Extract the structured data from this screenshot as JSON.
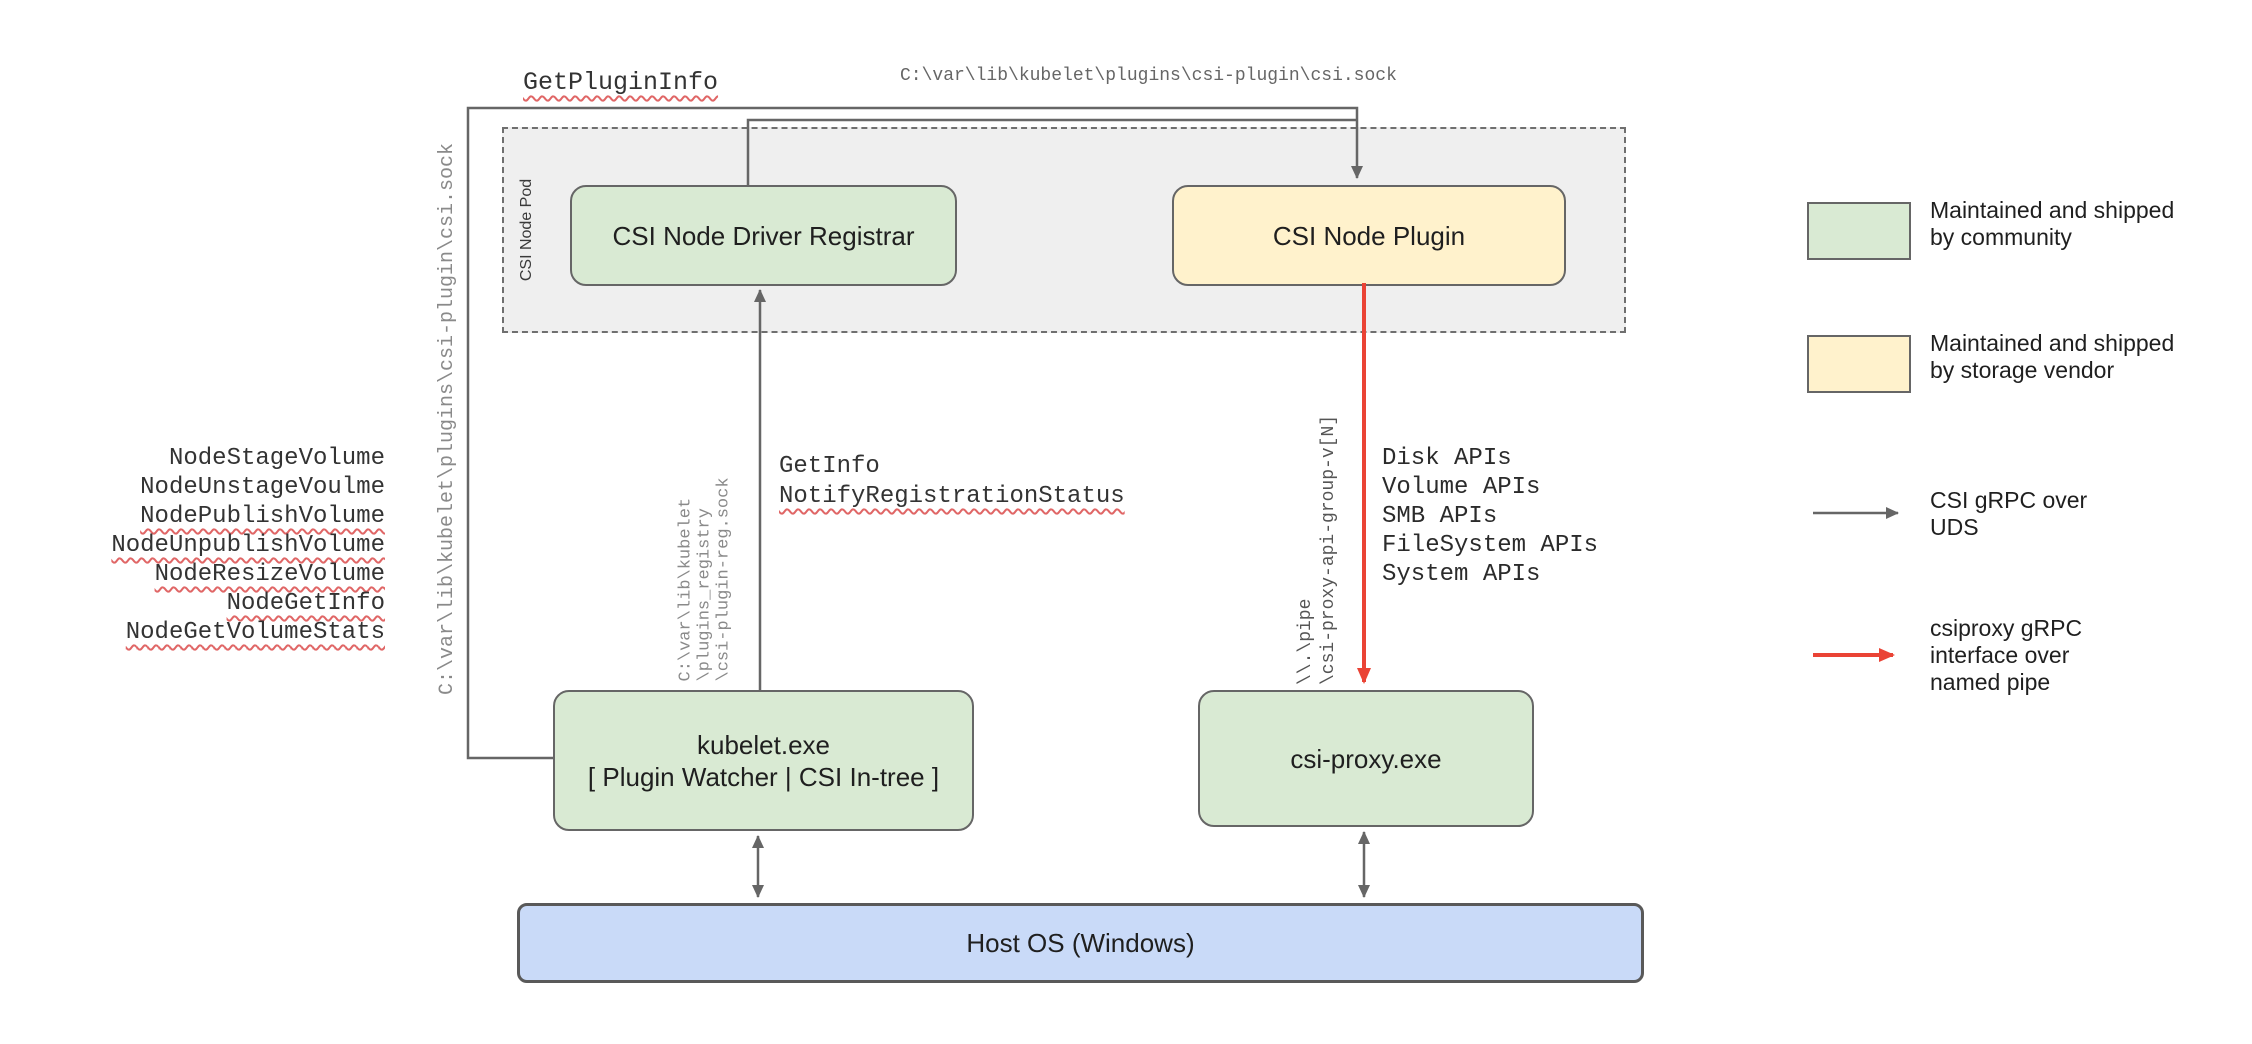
{
  "colors": {
    "green": "#d9ead3",
    "yellow": "#fff2cc",
    "blue": "#c9daf8",
    "podfill": "#efefef",
    "border": "#666666",
    "arrowgray": "#666666",
    "arrowred": "#ea4335",
    "squiggle": "#e06666",
    "textdark": "#1f1f1f"
  },
  "nodes": {
    "pod_label": "CSI Node Pod",
    "registrar": "CSI Node Driver Registrar",
    "plugin": "CSI Node Plugin",
    "kubelet_line1": "kubelet.exe",
    "kubelet_line2": "[ Plugin Watcher | CSI In-tree ]",
    "csi_proxy": "csi-proxy.exe",
    "host_os": "Host OS (Windows)"
  },
  "labels": {
    "get_plugin_info": "GetPluginInfo",
    "top_socket_path": "C:\\var\\lib\\kubelet\\plugins\\csi-plugin\\csi.sock",
    "left_socket_path": "C:\\var\\lib\\kubelet\\plugins\\csi-plugin\\csi.sock",
    "get_info": "GetInfo",
    "notify_registration_status": "NotifyRegistrationStatus",
    "registry_path_lines": [
      "C:\\var\\lib\\kubelet",
      "\\plugins_registry",
      "\\csi-plugin-reg.sock"
    ],
    "pipe_lines": [
      "\\\\.\\pipe",
      "\\csi-proxy-api-group-v[N]"
    ]
  },
  "node_calls": [
    "NodeStageVolume",
    "NodeUnstageVoulme",
    "NodePublishVolume",
    "NodeUnpublishVolume",
    "NodeResizeVolume",
    "NodeGetInfo",
    "NodeGetVolumeStats"
  ],
  "api_calls": [
    "Disk APIs",
    "Volume APIs",
    "SMB APIs",
    "FileSystem APIs",
    "System APIs"
  ],
  "legend": {
    "community": {
      "line1": "Maintained and shipped",
      "line2": "by community"
    },
    "vendor": {
      "line1": "Maintained and shipped",
      "line2": "by storage vendor"
    },
    "uds": {
      "line1": "CSI gRPC over",
      "line2": "UDS"
    },
    "pipe": {
      "line1": "csiproxy gRPC",
      "line2": "interface over",
      "line3": "named pipe"
    }
  }
}
